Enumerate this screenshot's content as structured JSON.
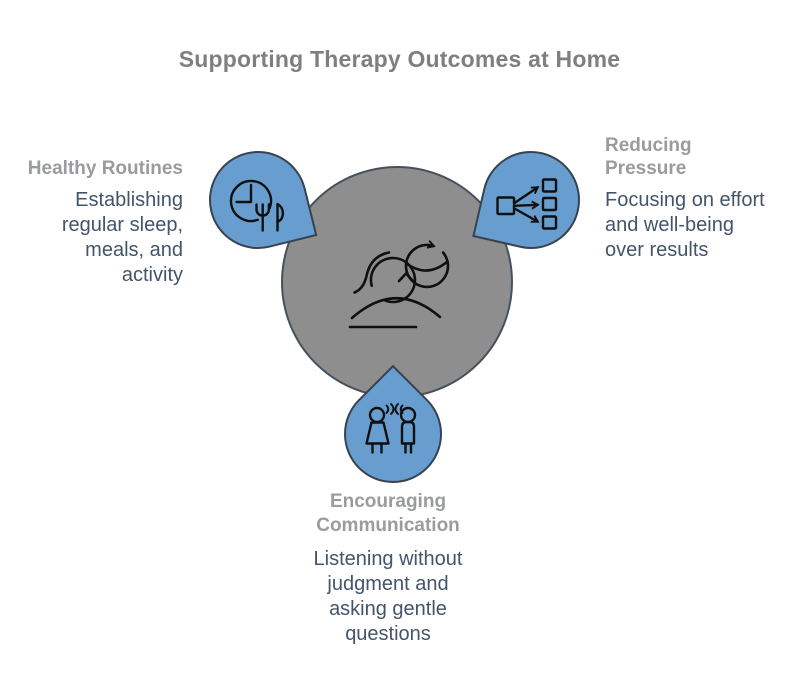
{
  "title": "Supporting Therapy Outcomes at Home",
  "diagram": {
    "center_icon": "person-renewal-icon",
    "colors": {
      "accent_blue": "#689ECF",
      "outline_dark": "#384250",
      "center_gray": "#8E8E8E",
      "title_gray": "#7F7F7F",
      "heading_gray": "#999B9D",
      "body_slate": "#44546A"
    }
  },
  "blocks": [
    {
      "id": "healthy-routines",
      "heading_lines": [
        "Healthy Routines"
      ],
      "body_lines": [
        "Establishing",
        "regular sleep,",
        "meals, and",
        "activity"
      ],
      "icon": "clock-meal-icon"
    },
    {
      "id": "reducing-pressure",
      "heading_lines": [
        "Reducing",
        "Pressure"
      ],
      "body_lines": [
        "Focusing on effort",
        "and well-being",
        "over results"
      ],
      "icon": "effort-distribution-icon"
    },
    {
      "id": "encouraging-communication",
      "heading_lines": [
        "Encouraging",
        "Communication"
      ],
      "body_lines": [
        "Listening without",
        "judgment and",
        "asking gentle",
        "questions"
      ],
      "icon": "two-people-talking-icon"
    }
  ]
}
